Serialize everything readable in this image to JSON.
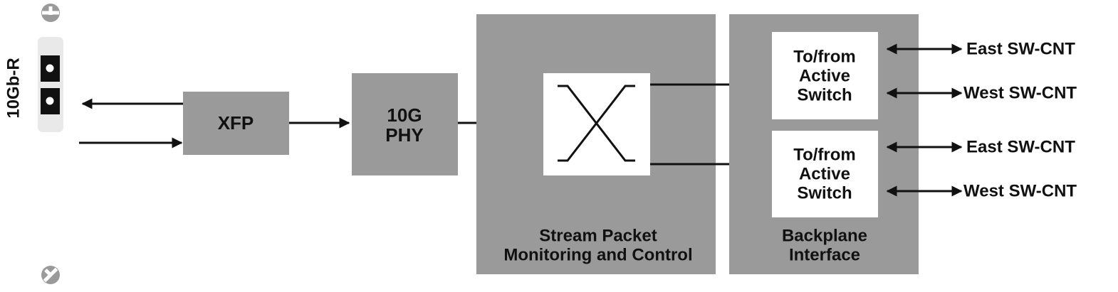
{
  "colors": {
    "block_fill": "#9a9a9a",
    "inner_fill": "#ffffff",
    "line": "#111111",
    "faceplate": "#e9e9e9",
    "screw": "#9a9a9a"
  },
  "faceplate": {
    "port_label": "10Gb-R",
    "top_screw_icon": "screw-icon",
    "bottom_screw_icon": "screw-icon"
  },
  "blocks": {
    "xfp": "XFP",
    "phy_line1": "10G",
    "phy_line2": "PHY",
    "spmc_line1": "Stream Packet",
    "spmc_line2": "Monitoring and Control",
    "backplane_line1": "Backplane",
    "backplane_line2": "Interface"
  },
  "crossbar": {
    "icon": "crossbar-switch-icon"
  },
  "switch_boxes": [
    {
      "line1": "To/from",
      "line2": "Active",
      "line3": "Switch"
    },
    {
      "line1": "To/from",
      "line2": "Active",
      "line3": "Switch"
    }
  ],
  "links": [
    "East SW-CNT",
    "West SW-CNT",
    "East SW-CNT",
    "West SW-CNT"
  ]
}
